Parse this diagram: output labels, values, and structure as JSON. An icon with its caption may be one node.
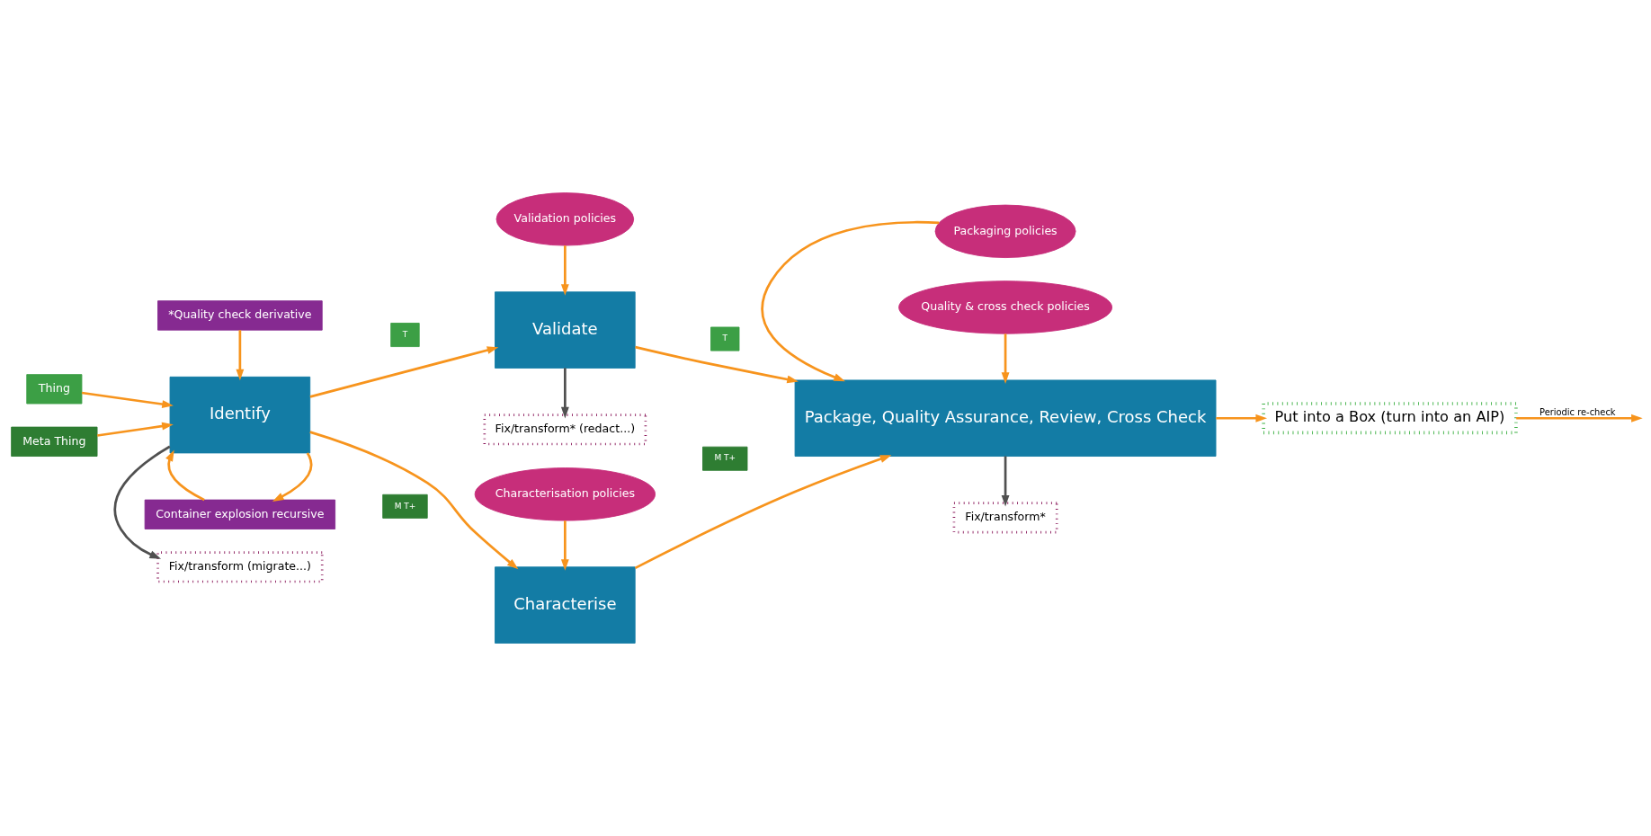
{
  "diagram": {
    "nodes": [
      {
        "text": [
          "Thing"
        ]
      },
      {
        "text": [
          "Meta Thing"
        ]
      },
      {
        "text": [
          "*Quality check derivative"
        ]
      },
      {
        "text": [
          "Fix/transform (migrate...)"
        ]
      },
      {
        "text": [
          "Identify"
        ]
      },
      {
        "text": [
          "Container explosion recursive"
        ]
      },
      {
        "text": [
          "T"
        ]
      },
      {
        "text": [
          "M T+"
        ]
      },
      {
        "text": [
          "Validation policies"
        ]
      },
      {
        "text": [
          "Fix/transform* (redact...)"
        ]
      },
      {
        "text": [
          "Validate"
        ]
      },
      {
        "text": [
          "Characterise"
        ]
      },
      {
        "text": [
          "Characterisation policies"
        ]
      },
      {
        "text": [
          "T"
        ]
      },
      {
        "text": [
          "M T+"
        ]
      },
      {
        "text": [
          "Packaging policies"
        ]
      },
      {
        "text": [
          "Fix/transform*"
        ]
      },
      {
        "text": [
          "Package, Quality Assurance, Review, Cross Check"
        ]
      },
      {
        "text": [
          "Quality & cross check policies"
        ]
      },
      {
        "text": [
          "Put into a Box (turn into an AIP)"
        ]
      }
    ],
    "edges": [
      {
        "from": 0,
        "to": 4,
        "arrow": "to"
      },
      {
        "from": 1,
        "to": 4,
        "arrow": "to"
      },
      {
        "from": 2,
        "to": 4,
        "arrow": "to"
      },
      {
        "from": 4,
        "to": 3,
        "arrow": "to",
        "color": "#505050"
      },
      {
        "from": 4,
        "to": 5,
        "arrow": "to"
      },
      {
        "from": 5,
        "to": 4,
        "arrow": "to"
      },
      {
        "from": 4,
        "to": 10,
        "arrow": "to"
      },
      {
        "from": 4,
        "to": 11,
        "arrow": "to"
      },
      {
        "from": 8,
        "to": 10,
        "arrow": "to"
      },
      {
        "from": 10,
        "to": 9,
        "arrow": "to",
        "color": "#505050"
      },
      {
        "from": 12,
        "to": 11,
        "arrow": "to"
      },
      {
        "from": 10,
        "to": 17,
        "arrow": "to"
      },
      {
        "from": 11,
        "to": 17,
        "arrow": "to"
      },
      {
        "from": 15,
        "to": 17,
        "arrow": "to"
      },
      {
        "from": 18,
        "to": 17,
        "arrow": "to"
      },
      {
        "from": 17,
        "to": 16,
        "arrow": "to",
        "color": "#505050"
      },
      {
        "from": 17,
        "to": 19,
        "arrow": "to"
      },
      {
        "from": 19,
        "to": null,
        "arrow": "to",
        "label": "Periodic re-check"
      }
    ]
  }
}
